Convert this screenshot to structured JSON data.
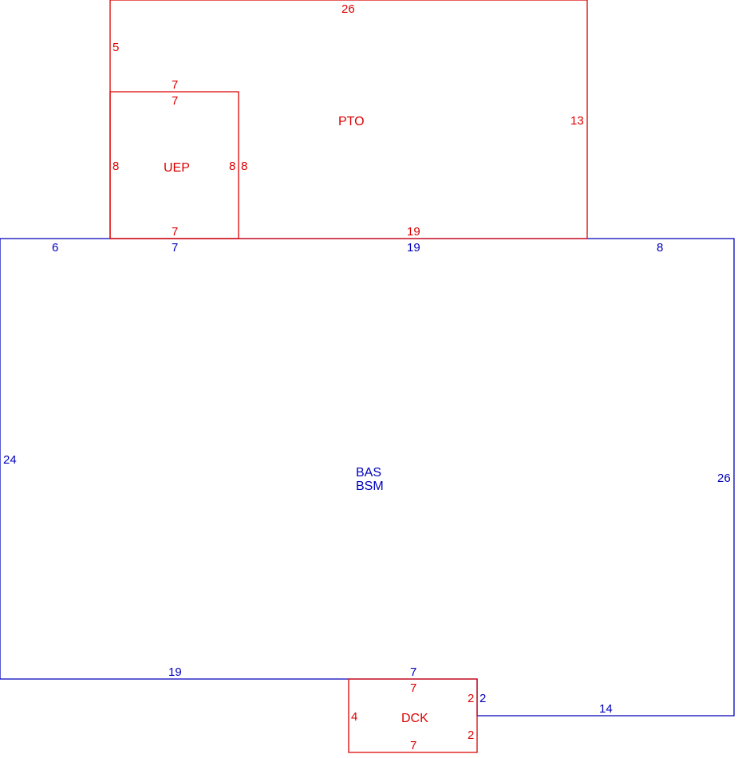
{
  "colors": {
    "base": "#0000bb",
    "addition": "#dd0000",
    "background": "#ffffff"
  },
  "base": {
    "labels": [
      "BAS",
      "BSM"
    ],
    "dims": {
      "top_left": "6",
      "top_mid": "7",
      "top_center": "19",
      "top_right": "8",
      "left": "24",
      "right": "26",
      "bottom_left": "19",
      "bottom_mid": "7",
      "notch": "2",
      "bottom_right": "14"
    }
  },
  "pto": {
    "label": "PTO",
    "dims": {
      "top": "26",
      "left_upper": "5",
      "right": "13",
      "bottom": "19"
    }
  },
  "uep": {
    "label": "UEP",
    "dims": {
      "top_outer": "7",
      "top_inner": "7",
      "left": "8",
      "right_inner": "8",
      "right_outer": "8",
      "bottom": "7"
    }
  },
  "dck": {
    "label": "DCK",
    "dims": {
      "top": "7",
      "left": "4",
      "right_upper": "2",
      "right_lower": "2",
      "bottom": "7"
    }
  }
}
